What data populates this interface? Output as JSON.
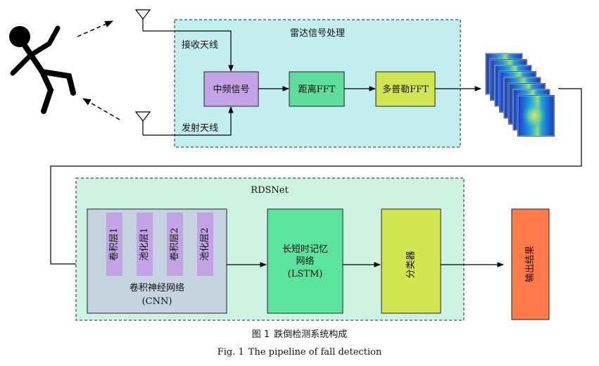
{
  "radar": {
    "title": "雷达信号处理",
    "rx_antenna": "接收天线",
    "tx_antenna": "发射天线",
    "if_signal": "中频信号",
    "range_fft": "距离FFT",
    "doppler_fft": "多普勒FFT"
  },
  "rdsnet": {
    "title": "RDSNet",
    "cnn_layers": [
      "卷积层1",
      "池化层1",
      "卷积层2",
      "池化层2"
    ],
    "cnn_label": "卷积神经网络",
    "cnn_abbr": "(CNN)",
    "lstm_label_1": "长短时记忆",
    "lstm_label_2": "网络",
    "lstm_abbr": "(LSTM)",
    "classifier": "分类器"
  },
  "output": "输出结果",
  "caption": {
    "cn_fig": "图 1",
    "cn_text": "跌倒检测系统构成",
    "en_fig": "Fig. 1",
    "en_text": "The pipeline of fall detection"
  },
  "colors": {
    "radar_bg": "#c2eef0",
    "rdsnet_bg": "#cdf2e2",
    "if_signal": "#c3a3e6",
    "range_fft": "#5edc9c",
    "doppler_fft": "#d2e652",
    "cnn_bg": "#c5d3e0",
    "cnn_layer": "#c3a3e6",
    "lstm": "#5ce49c",
    "classifier": "#d2e652",
    "output": "#ff7a4a"
  }
}
